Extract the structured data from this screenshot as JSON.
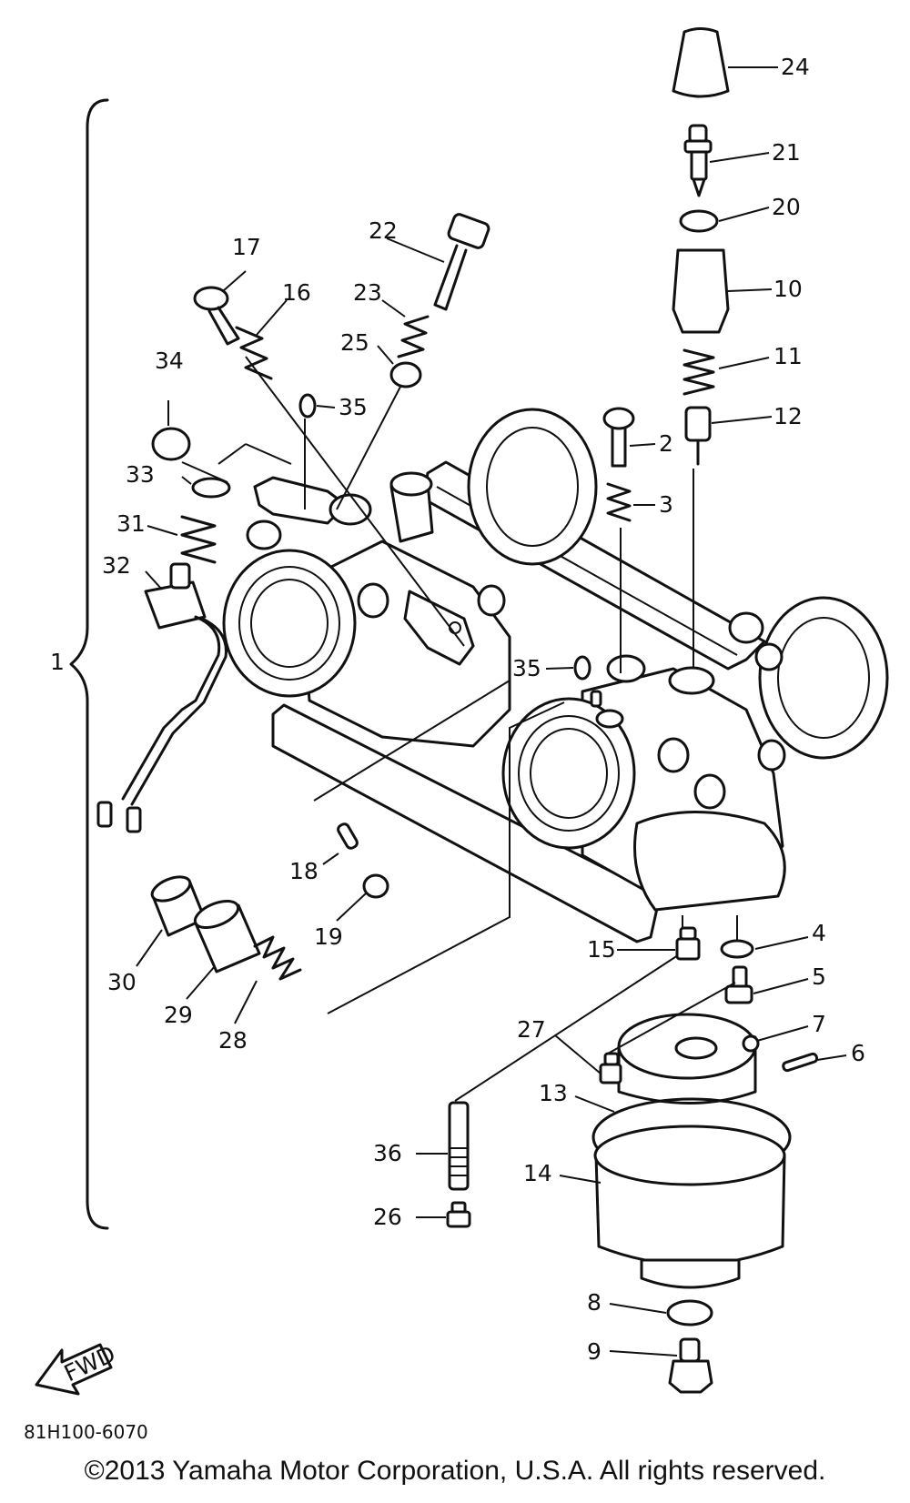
{
  "diagram_code": "81H100-6070",
  "copyright": "©2013 Yamaha Motor Corporation, U.S.A. All rights reserved.",
  "fwd_label": "FWD",
  "callouts": {
    "p1": "1",
    "p2": "2",
    "p3": "3",
    "p4": "4",
    "p5": "5",
    "p6": "6",
    "p7": "7",
    "p8": "8",
    "p9": "9",
    "p10": "10",
    "p11": "11",
    "p12": "12",
    "p13": "13",
    "p14": "14",
    "p15": "15",
    "p16": "16",
    "p17": "17",
    "p18": "18",
    "p19": "19",
    "p20": "20",
    "p21": "21",
    "p22": "22",
    "p23": "23",
    "p24": "24",
    "p25": "25",
    "p26": "26",
    "p27": "27",
    "p28": "28",
    "p29": "29",
    "p30": "30",
    "p31": "31",
    "p32": "32",
    "p33": "33",
    "p34": "34",
    "p35a": "35",
    "p35b": "35",
    "p36": "36"
  }
}
